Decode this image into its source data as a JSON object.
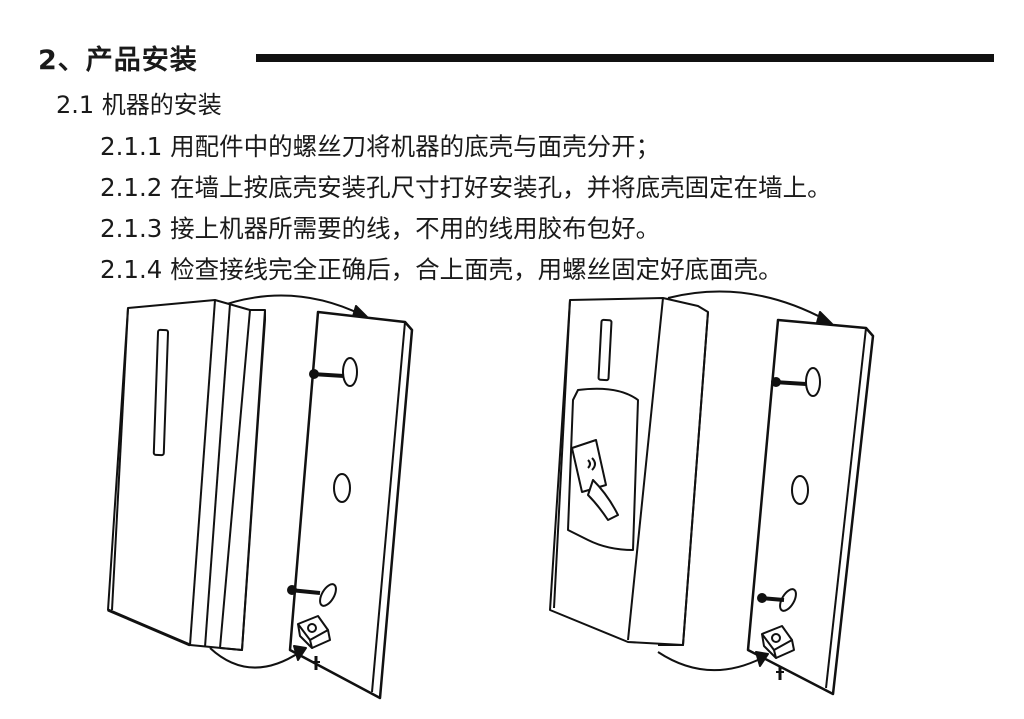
{
  "section": {
    "title": "2、产品安装"
  },
  "subsection": {
    "title": "2.1 机器的安装"
  },
  "steps": [
    {
      "text": "2.1.1 用配件中的螺丝刀将机器的底壳与面壳分开；"
    },
    {
      "text": "2.1.2 在墙上按底壳安装孔尺寸打好安装孔，并将底壳固定在墙上。"
    },
    {
      "text": "2.1.3 接上机器所需要的线，不用的线用胶布包好。"
    },
    {
      "text": "2.1.4 检查接线完全正确后，合上面壳，用螺丝固定好底面壳。"
    }
  ],
  "figures": [
    {
      "device": "reader-without-card-area-icon"
    },
    {
      "device": "reader-with-card-swipe-icon"
    }
  ],
  "colors": {
    "ink": "#111111",
    "background": "#ffffff"
  }
}
